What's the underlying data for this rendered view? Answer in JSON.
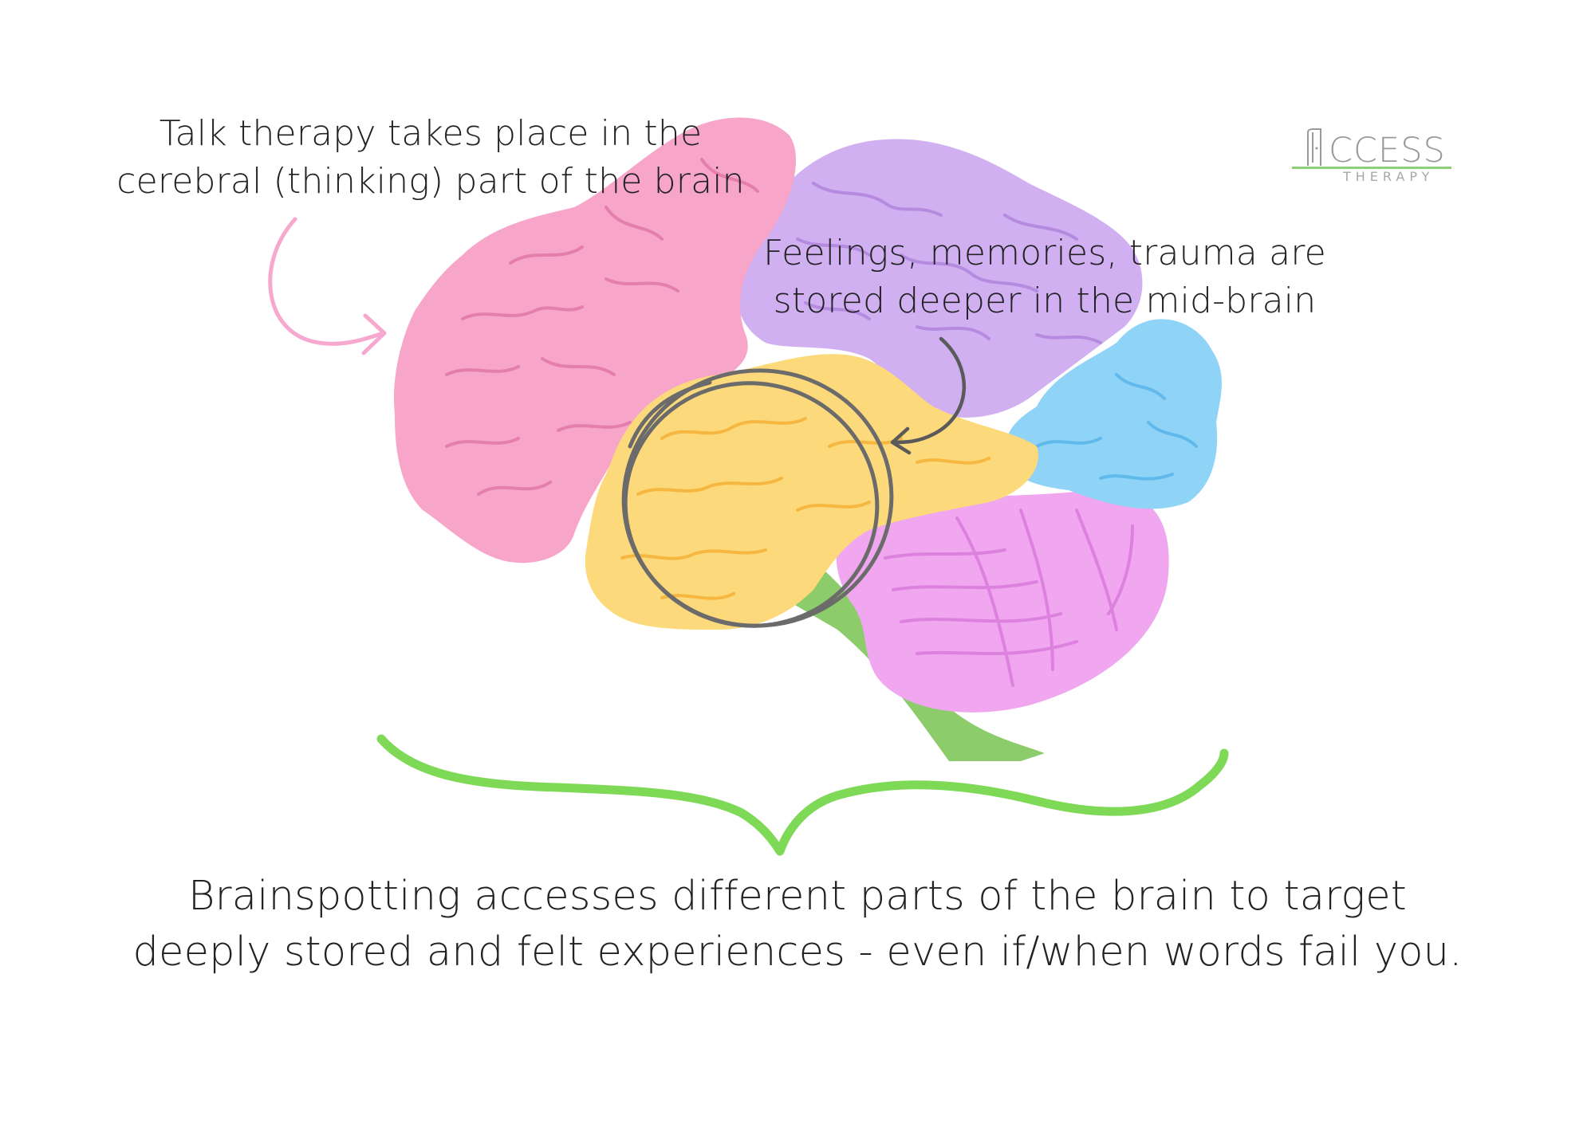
{
  "annotations": {
    "talk_therapy": [
      "Talk therapy takes place in the",
      "cerebral (thinking) part of the brain"
    ],
    "feelings": [
      "Feelings, memories, trauma are",
      "stored deeper in the mid-brain"
    ]
  },
  "caption": [
    "Brainspotting accesses different parts of the brain to target",
    "deeply stored and felt experiences - even if/when words fail you."
  ],
  "logo": {
    "word": "CCESS",
    "sub": "THERAPY"
  },
  "colors": {
    "cerebrum_pink": "#f7a6c9",
    "parietal_purple": "#d1b0f2",
    "midbrain_yellow": "#fcd97a",
    "occipital_blue": "#8fd3f7",
    "cerebellum_magenta": "#f0a7f0",
    "brainstem_green": "#8ccc6a",
    "brace_green": "#7ed957",
    "arrow_pink": "#f7a8cf",
    "scribble_gray": "#6b6b6b",
    "logo_green": "#8ecf79"
  }
}
